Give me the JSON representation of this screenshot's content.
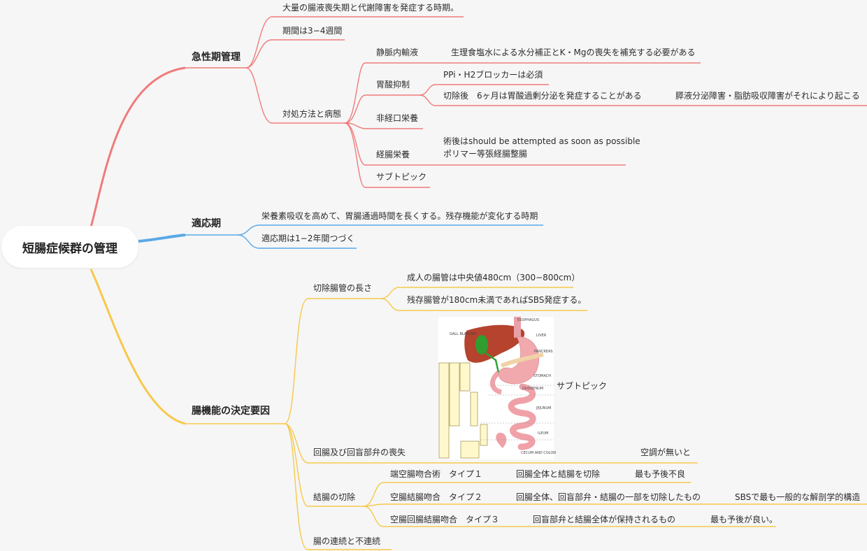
{
  "root": "短腸症候群の管理",
  "colors": {
    "acute": "#f07b7b",
    "adapt": "#5aa9e6",
    "factors": "#f6c84c"
  },
  "acute": {
    "title": "急性期管理",
    "desc": "大量の腸液喪失期と代謝障害を発症する時期。",
    "period": "期間は3−4週間",
    "measures": {
      "label": "対処方法と病態",
      "iv": {
        "label": "静脈内輸液",
        "note": "生理食塩水による水分補正とK・Mgの喪失を補充する必要がある"
      },
      "acid": {
        "label": "胃酸抑制",
        "ppi": "PPi・H2ブロッカーは必須",
        "post": "切除後　6ヶ月は胃酸過剰分泌を発症することがある",
        "post_note": "膵液分泌障害・脂肪吸収障害がそれにより起こる"
      },
      "pn": "非経口栄養",
      "en": {
        "label": "経腸栄養",
        "note1": "術後はshould be attempted as soon as possible",
        "note2": "ポリマー等張経腸整腸"
      },
      "subtopic": "サブトピック"
    }
  },
  "adapt": {
    "title": "適応期",
    "desc": "栄養素吸収を高めて、胃腸通過時間を長くする。残存機能が変化する時期",
    "duration": "適応期は1−2年間つづく"
  },
  "factors": {
    "title": "腸機能の決定要因",
    "length": {
      "label": "切除腸管の長さ",
      "adult": "成人の腸管は中央値480cm（300−800cm）",
      "sbs": "残存腸管が180cm未満であればSBS発症する。"
    },
    "image_caption": "サブトピック",
    "ileum": {
      "label": "回腸及び回盲部弁の喪失",
      "note": "空調が無いと"
    },
    "colon": {
      "label": "結腸の切除",
      "types": [
        {
          "name": "端空腸吻合術",
          "type": "タイプ１",
          "desc": "回腸全体と結腸を切除",
          "outcome": "最も予後不良"
        },
        {
          "name": "空腸結腸吻合",
          "type": "タイプ２",
          "desc": "回腸全体、回盲部弁・結腸の一部を切除したもの",
          "outcome": "SBSで最も一般的な解剖学的構造"
        },
        {
          "name": "空腸回腸結腸吻合",
          "type": "タイプ３",
          "desc": "回盲部弁と結腸全体が保持されるもの",
          "outcome": "最も予後が良い。"
        }
      ]
    },
    "continuity": "腸の連続と不連続"
  },
  "anatomy": {
    "labels": [
      "ESOPHAGUS",
      "LIVER",
      "GALL BLADDER",
      "PANCREAS",
      "STOMACH",
      "DUODENUM",
      "JEJUNUM",
      "ILEUM",
      "CECUM AND COLON"
    ]
  }
}
